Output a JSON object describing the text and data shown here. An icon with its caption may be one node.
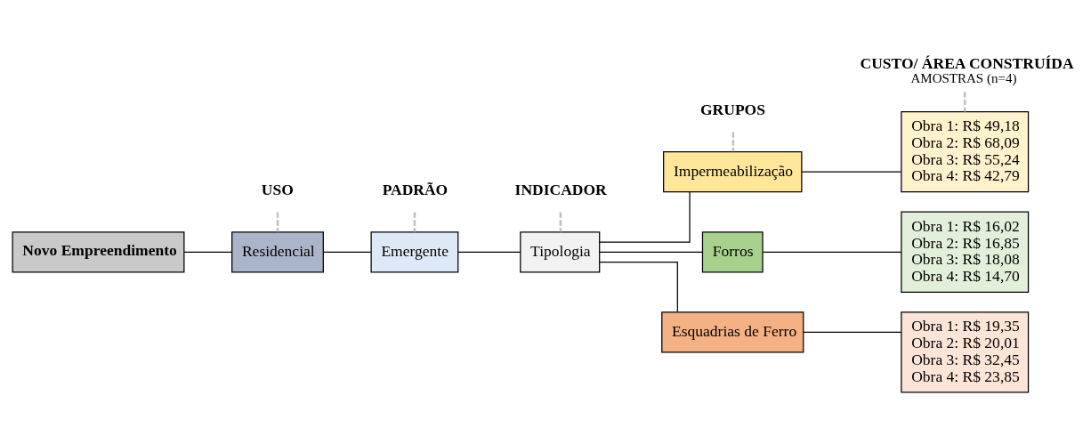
{
  "diagram": {
    "nodes": [
      {
        "text": [
          "USO"
        ]
      },
      {
        "text": [
          "PADRÃO"
        ]
      },
      {
        "text": [
          "INDICADOR"
        ]
      },
      {
        "text": [
          "GRUPOS"
        ]
      },
      {
        "text": [
          "CUSTO/ ÁREA CONSTRUÍDA",
          "AMOSTRAS (n=4)"
        ]
      },
      {
        "text": [
          "Novo Empreendimento"
        ]
      },
      {
        "text": [
          "Residencial"
        ]
      },
      {
        "text": [
          "Emergente"
        ]
      },
      {
        "text": [
          "Tipologia"
        ]
      },
      {
        "text": [
          "Impermeabilização"
        ]
      },
      {
        "text": [
          "Forros"
        ]
      },
      {
        "text": [
          "Esquadrias de Ferro"
        ]
      },
      {
        "text": [
          "Obra 1: R$ 49,18",
          "Obra 2: R$ 68,09",
          "Obra 3: R$ 55,24",
          "Obra 4: R$ 42,79"
        ]
      },
      {
        "text": [
          "Obra 1: R$ 16,02",
          "Obra 2: R$ 16,85",
          "Obra 3: R$ 18,08",
          "Obra 4: R$ 14,70"
        ]
      },
      {
        "text": [
          "Obra 1: R$ 19,35",
          "Obra 2: R$ 20,01",
          "Obra 3: R$ 32,45",
          "Obra 4: R$ 23,85"
        ]
      }
    ],
    "edges": [
      {
        "from": 0,
        "to": 6,
        "arrow": "none",
        "style": "dashed",
        "color": "#bfbfbf"
      },
      {
        "from": 1,
        "to": 7,
        "arrow": "none",
        "style": "dashed",
        "color": "#bfbfbf"
      },
      {
        "from": 2,
        "to": 8,
        "arrow": "none",
        "style": "dashed",
        "color": "#bfbfbf"
      },
      {
        "from": 3,
        "to": 9,
        "arrow": "none",
        "style": "dashed",
        "color": "#bfbfbf"
      },
      {
        "from": 4,
        "to": 12,
        "arrow": "none",
        "style": "dashed",
        "color": "#bfbfbf"
      },
      {
        "from": 5,
        "to": 6,
        "arrow": "none"
      },
      {
        "from": 6,
        "to": 7,
        "arrow": "none"
      },
      {
        "from": 7,
        "to": 8,
        "arrow": "none"
      },
      {
        "from": 8,
        "to": 9,
        "arrow": "none"
      },
      {
        "from": 8,
        "to": 10,
        "arrow": "none"
      },
      {
        "from": 8,
        "to": 11,
        "arrow": "none"
      },
      {
        "from": 9,
        "to": 12,
        "arrow": "none"
      },
      {
        "from": 10,
        "to": 13,
        "arrow": "none"
      },
      {
        "from": 11,
        "to": 14,
        "arrow": "none"
      }
    ]
  }
}
